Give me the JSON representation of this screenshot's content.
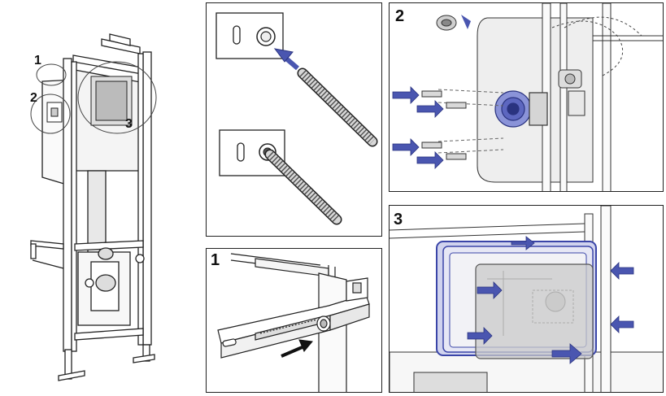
{
  "overview": {
    "callouts": [
      "1",
      "2",
      "3"
    ]
  },
  "steps": {
    "step1": "1",
    "step2": "2",
    "step3": "3"
  },
  "colors": {
    "outline": "#222222",
    "arrow_blue": "#4a56b0",
    "panel_grey": "#e6e6e6",
    "box_grey": "#c9c9c9"
  }
}
